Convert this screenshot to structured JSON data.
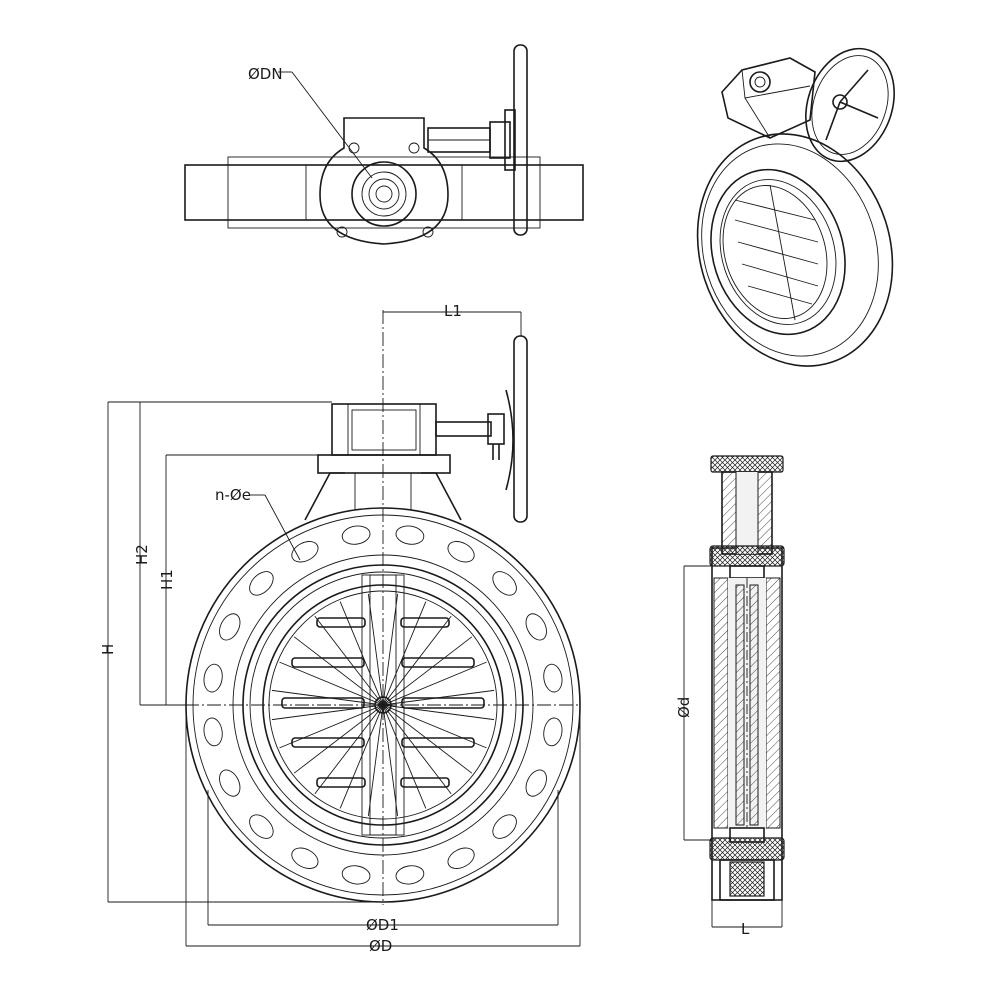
{
  "labels": {
    "dn": "ØDN",
    "l1": "L1",
    "bolt": "n-Øe",
    "h2": "H2",
    "h1": "H1",
    "h": "H",
    "d1": "ØD1",
    "d": "ØD",
    "bore": "Ød",
    "l": "L"
  },
  "colors": {
    "line": "#1a1a1a",
    "background": "#ffffff"
  }
}
